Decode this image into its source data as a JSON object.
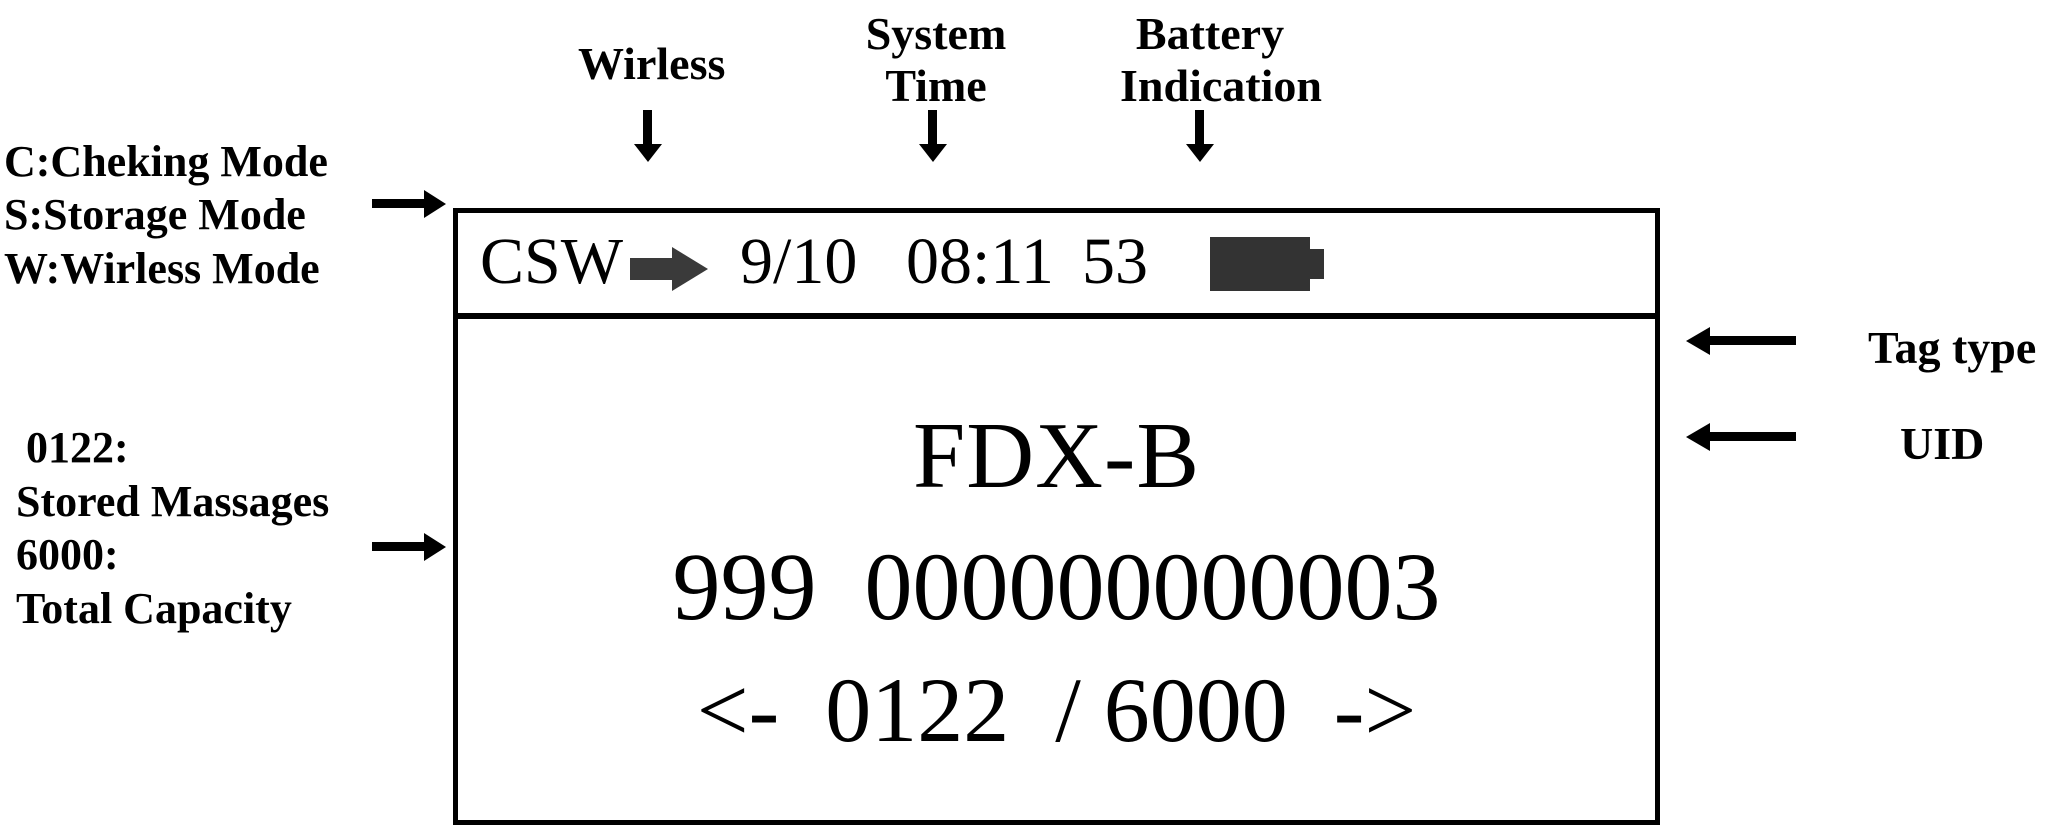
{
  "diagram": {
    "title_note": "RFID reader LCD screen annotated diagram",
    "annotations": {
      "mode_legend": [
        "C:Cheking Mode",
        "S:Storage Mode",
        "W:Wirless Mode"
      ],
      "wireless_label": "Wirless",
      "system_time_label_line1": "System",
      "system_time_label_line2": "Time",
      "battery_label_line1": "Battery",
      "battery_label_line2": "Indication",
      "tag_type_label": "Tag type",
      "uid_label": "UID",
      "stored_messages_key": "0122:",
      "stored_messages_value": "Stored Massages",
      "total_capacity_key": "6000:",
      "total_capacity_value": "Total Capacity"
    }
  },
  "screen": {
    "status_bar": {
      "mode": "CSW",
      "wireless_icon": "right-arrow-icon",
      "date": "9/10",
      "time": "08:11",
      "battery_percent": "53",
      "battery_icon": "battery-full-icon"
    },
    "display": {
      "tag_type": "FDX-B",
      "uid": "999  000000000003",
      "record_nav": "<-  0122  / 6000  ->",
      "record_current": "0122",
      "record_total": "6000",
      "nav_prev": "<-",
      "nav_next": "->"
    }
  },
  "colors": {
    "outline": "#000000",
    "icon_gray": "#3a3a3a",
    "battery_fill": "#333333",
    "background": "#ffffff"
  }
}
